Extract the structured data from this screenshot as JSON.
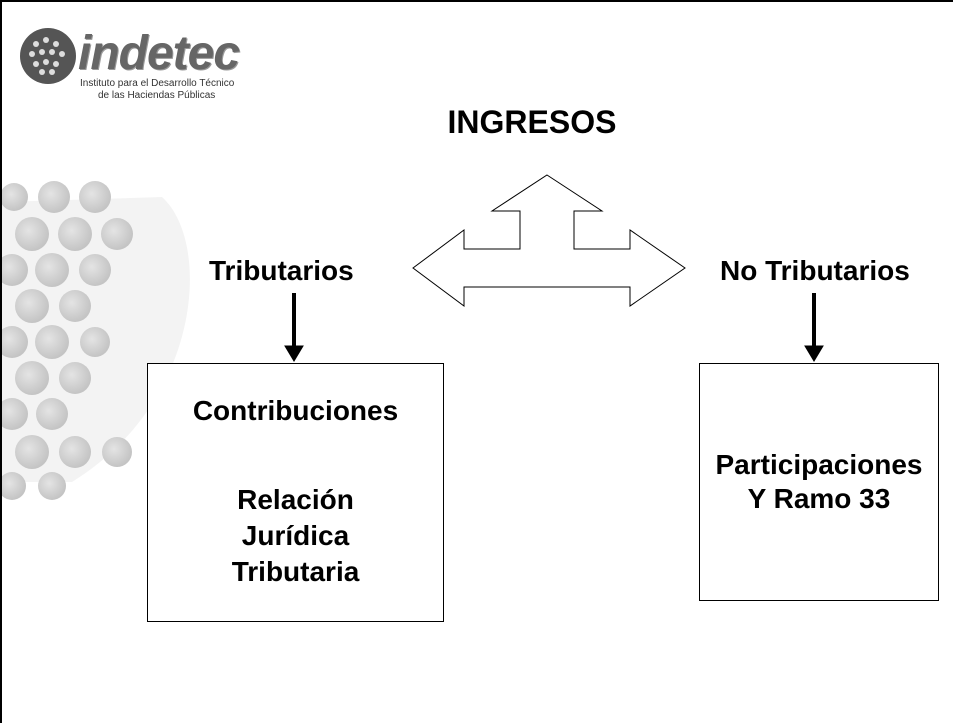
{
  "logo": {
    "brand": "indetec",
    "tagline_1": "Instituto para el Desarrollo Técnico",
    "tagline_2": "de las Haciendas Públicas"
  },
  "diagram": {
    "title": "INGRESOS",
    "left_branch": {
      "label": "Tributarios",
      "box_line_1": "Contribuciones",
      "box_lines": [
        "Relación",
        "Jurídica",
        "Tributaria"
      ]
    },
    "right_branch": {
      "label": "No Tributarios",
      "box_lines": [
        "Participaciones",
        "Y Ramo 33"
      ]
    }
  },
  "colors": {
    "decoration_circles": "#d4d4d4",
    "text": "#000000"
  }
}
